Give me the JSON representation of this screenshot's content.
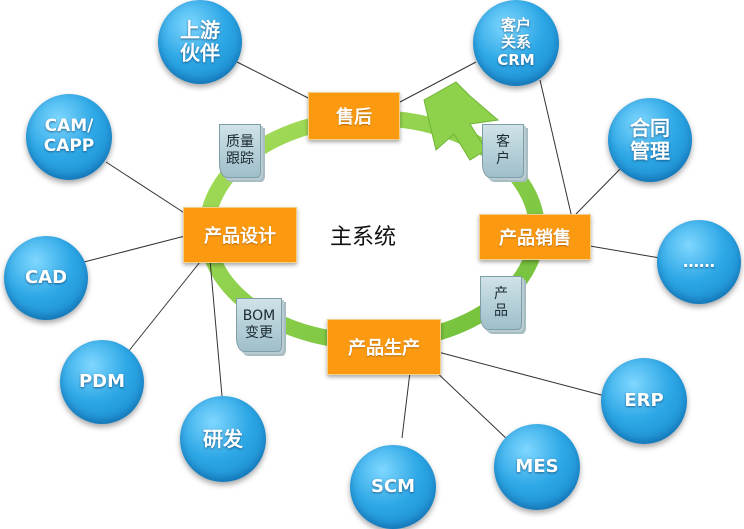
{
  "center_title": "主系统",
  "process": {
    "after_sales": "售后",
    "design": "产品设计",
    "sales": "产品销售",
    "production": "产品生产"
  },
  "documents": {
    "quality": "质量\n跟踪",
    "customer": "客\n户",
    "bom": "BOM\n变更",
    "product": "产\n品"
  },
  "systems": {
    "upstream": "上游\n伙伴",
    "crm": "客户\n关系\nCRM",
    "contract": "合同\n管理",
    "more": "……",
    "erp": "ERP",
    "mes": "MES",
    "scm": "SCM",
    "rnd": "研发",
    "pdm": "PDM",
    "cad": "CAD",
    "camcapp": "CAM/\nCAPP"
  },
  "colors": {
    "node_blue": "#1a96da",
    "process_orange": "#fb9a10",
    "cycle_green": "#8ed14a",
    "connector": "#333333"
  }
}
